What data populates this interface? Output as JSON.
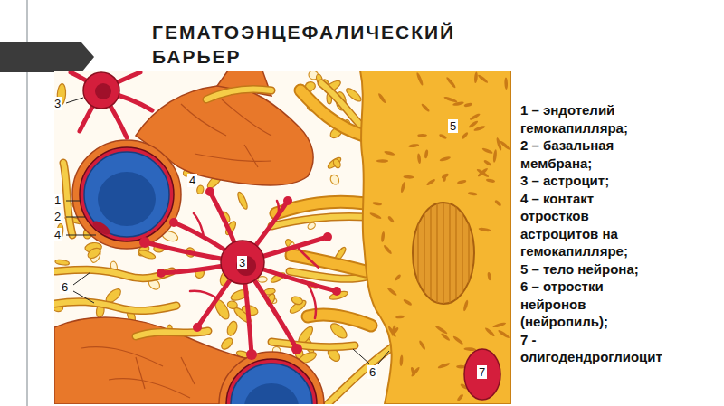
{
  "diagram": {
    "title": "ГЕМАТОЭНЦЕФАЛИЧЕСКИЙ БАРЬЕР",
    "labels": [
      "3",
      "5",
      "4",
      "1",
      "2",
      "4",
      "3",
      "6",
      "6",
      "7",
      "1 – эндотелий гемокапилляра;",
      "2 – базальная мембрана;",
      "3 – астроцит;",
      "4 – контакт отростков астроцитов на гемокапилляре;",
      "5 – тело нейрона;",
      "6 – отростки нейронов (нейропиль);",
      "7 - олигодендроглиоцит"
    ]
  }
}
